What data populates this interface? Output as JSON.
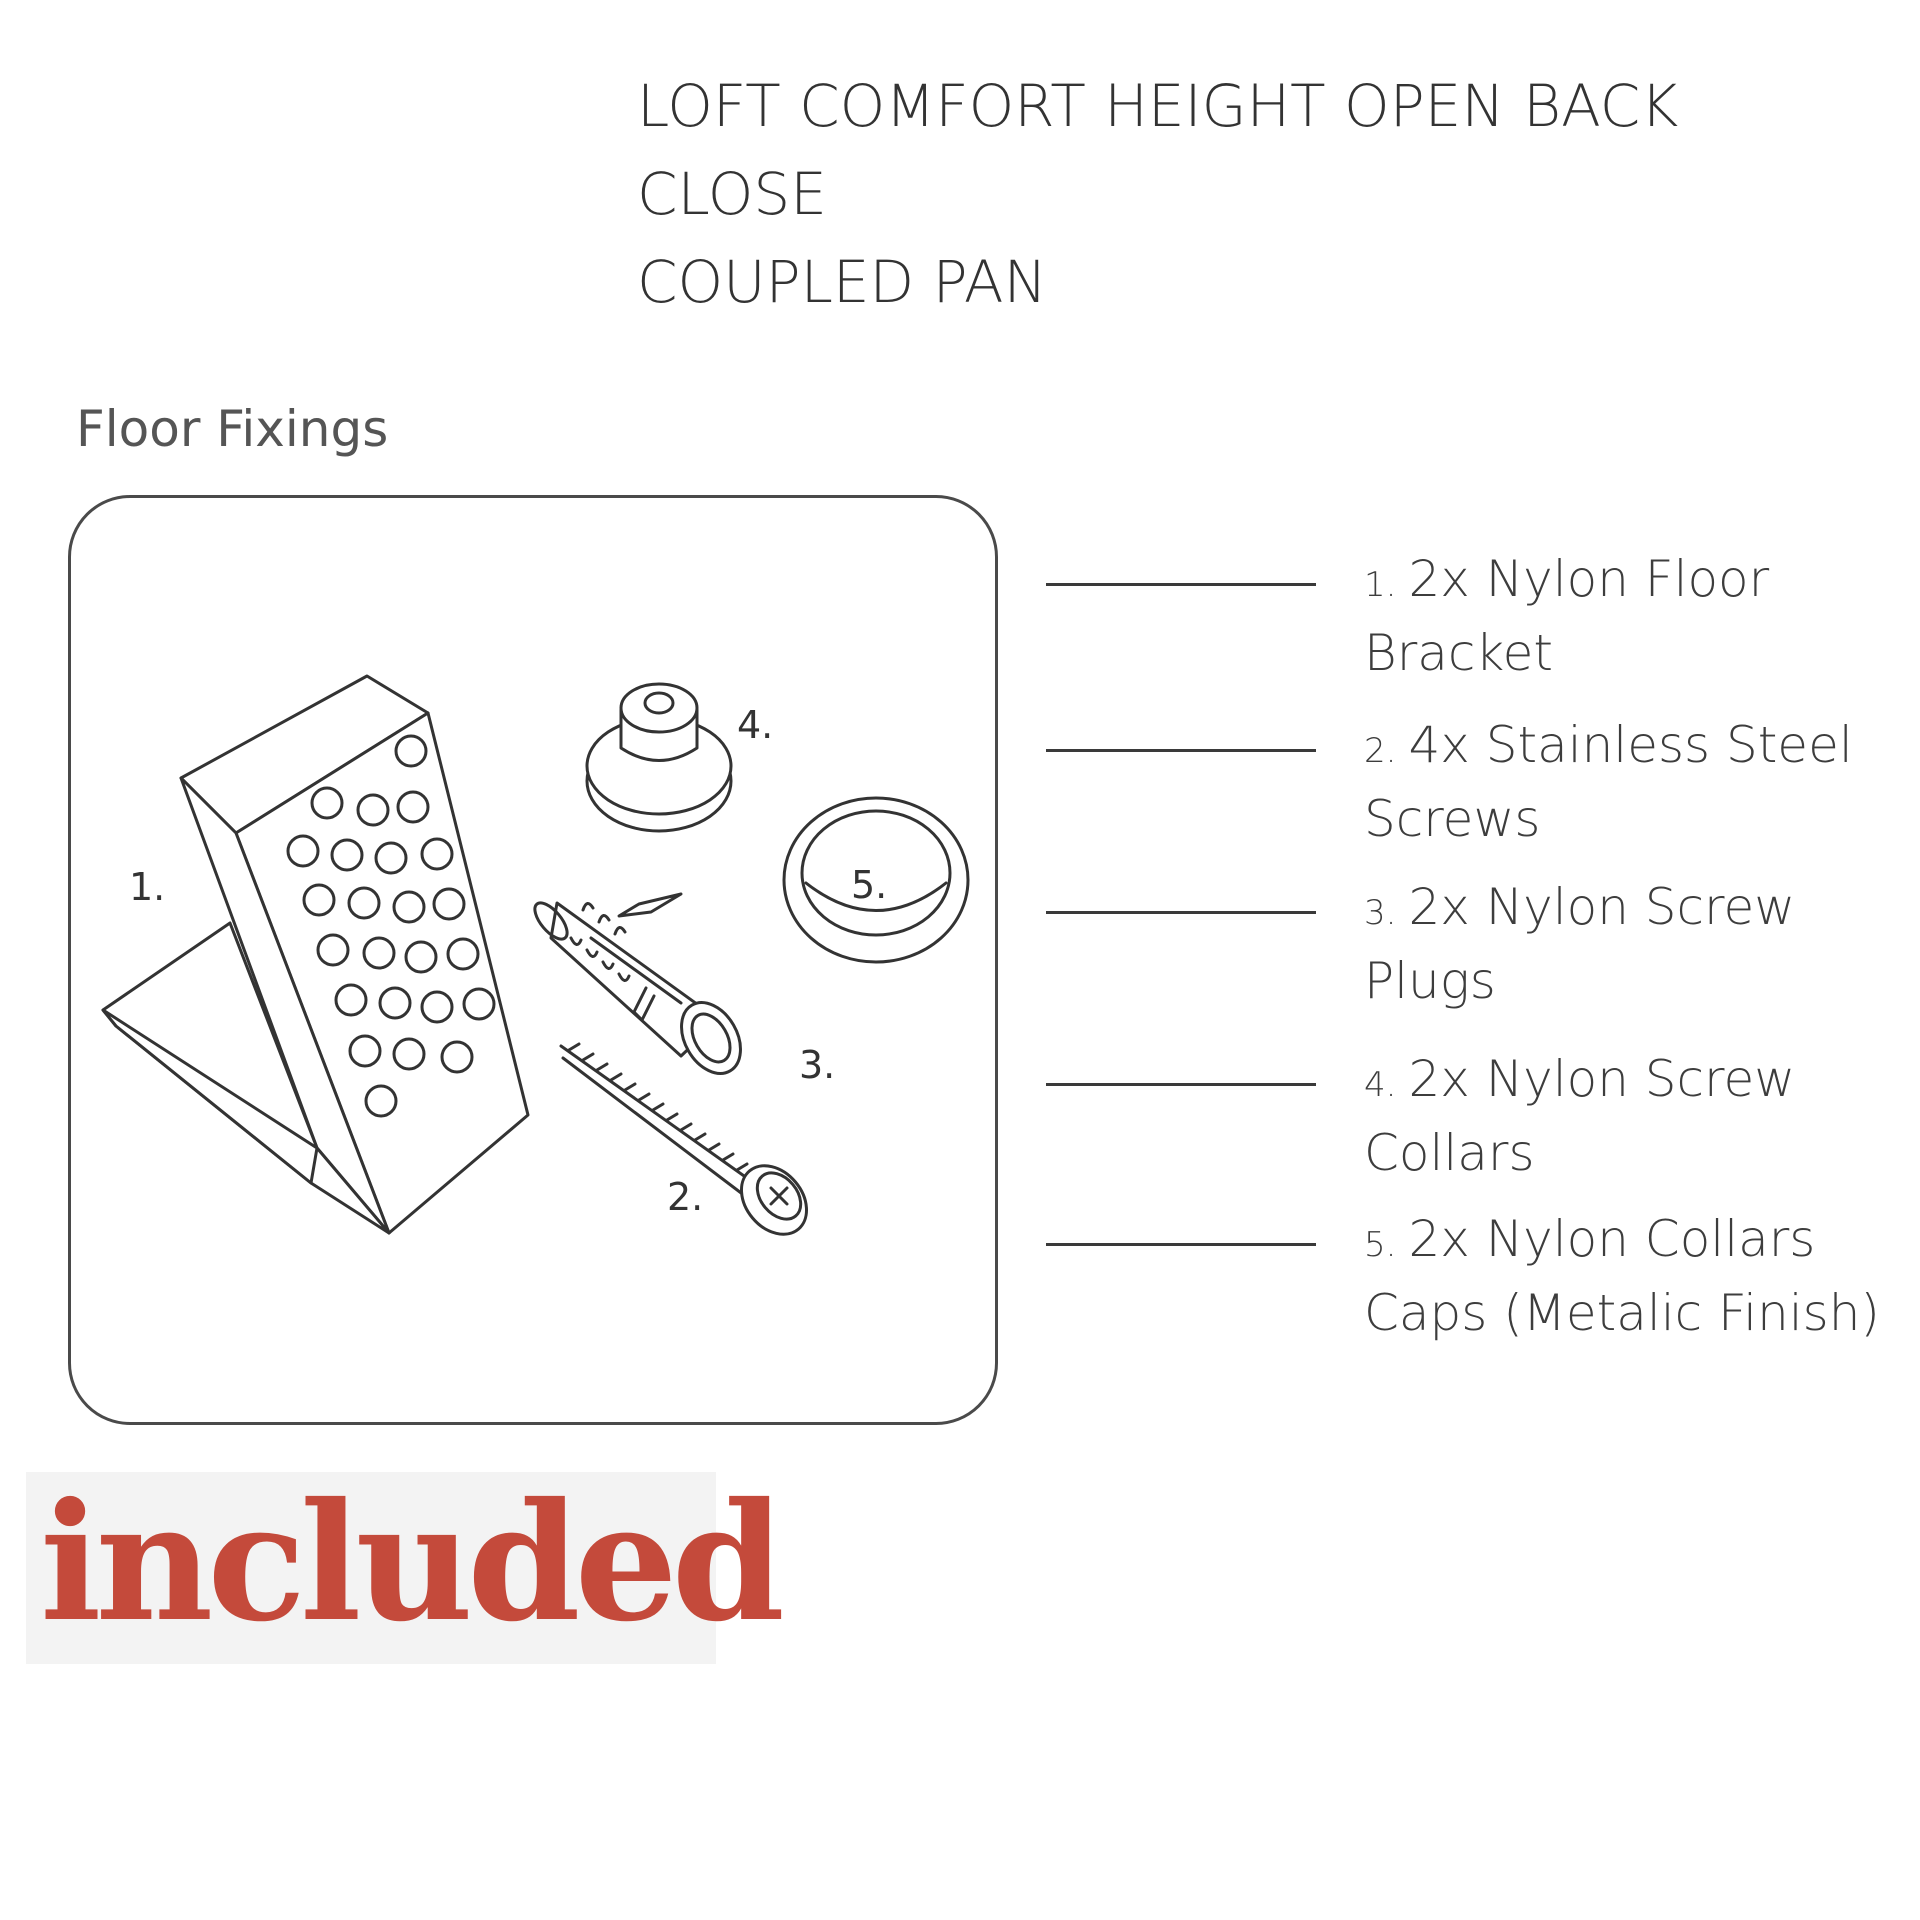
{
  "title_lines": [
    "LOFT COMFORT HEIGHT OPEN BACK CLOSE",
    "COUPLED PAN"
  ],
  "section_label": "Floor Fixings",
  "diagram_callouts": [
    "1.",
    "2.",
    "3.",
    "4.",
    "5."
  ],
  "parts": [
    {
      "num": "1.",
      "text": "2x Nylon Floor Bracket"
    },
    {
      "num": "2.",
      "text": "4x Stainless Steel Screws"
    },
    {
      "num": "3.",
      "text": "2x Nylon Screw Plugs"
    },
    {
      "num": "4.",
      "text": "2x Nylon Screw Collars"
    },
    {
      "num": "5.",
      "text": "2x Nylon Collars Caps (Metalic Finish)"
    }
  ],
  "badge": {
    "text": "included",
    "color": "#c44a3b"
  }
}
